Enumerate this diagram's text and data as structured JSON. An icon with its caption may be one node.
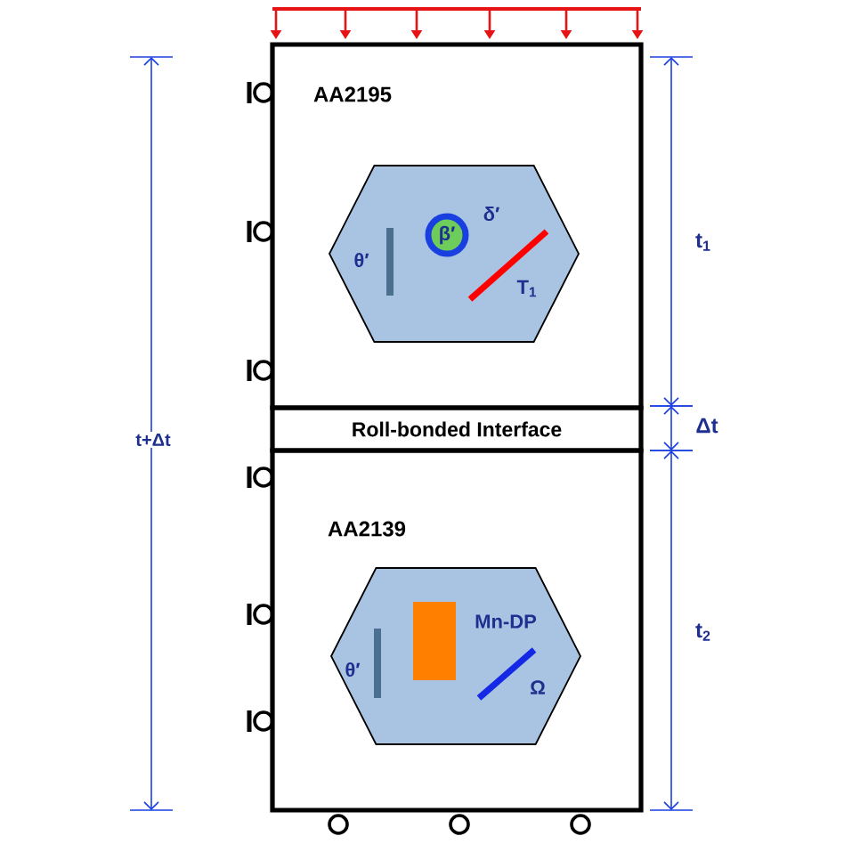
{
  "diagram": {
    "nodes": [
      {
        "text": [
          "AA2195"
        ]
      },
      {
        "text": [
          "θ′",
          "β′",
          "δ′",
          "T$_{1}$"
        ],
        "in": 0
      },
      {
        "text": [
          "Roll-bonded Interface"
        ]
      },
      {
        "text": [
          "AA2139"
        ]
      },
      {
        "text": [
          "θ′",
          "Mn-DP",
          "Ω"
        ],
        "in": 3
      }
    ],
    "edges": [],
    "labels": [
      "t+Δt",
      "t$_{1}$",
      "Δt",
      "t$_{2}$"
    ]
  }
}
